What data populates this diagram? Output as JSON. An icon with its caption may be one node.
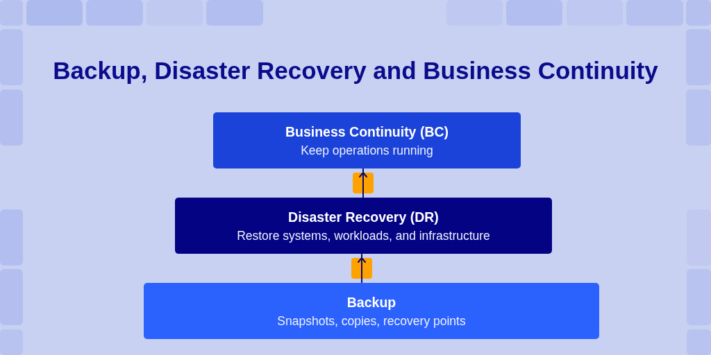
{
  "diagram": {
    "title": "Backup, Disaster Recovery and Business Continuity",
    "nodes": [
      {
        "text": [
          "Business Continuity (BC)",
          "Keep operations running"
        ]
      },
      {
        "text": [
          "Disaster Recovery (DR)",
          "Restore systems, workloads, and infrastructure"
        ]
      },
      {
        "text": [
          "Backup",
          "Snapshots, copies, recovery points"
        ]
      }
    ],
    "edges": [
      {
        "from": 2,
        "to": 1,
        "arrow": "to"
      },
      {
        "from": 1,
        "to": 0,
        "arrow": "to"
      }
    ]
  }
}
